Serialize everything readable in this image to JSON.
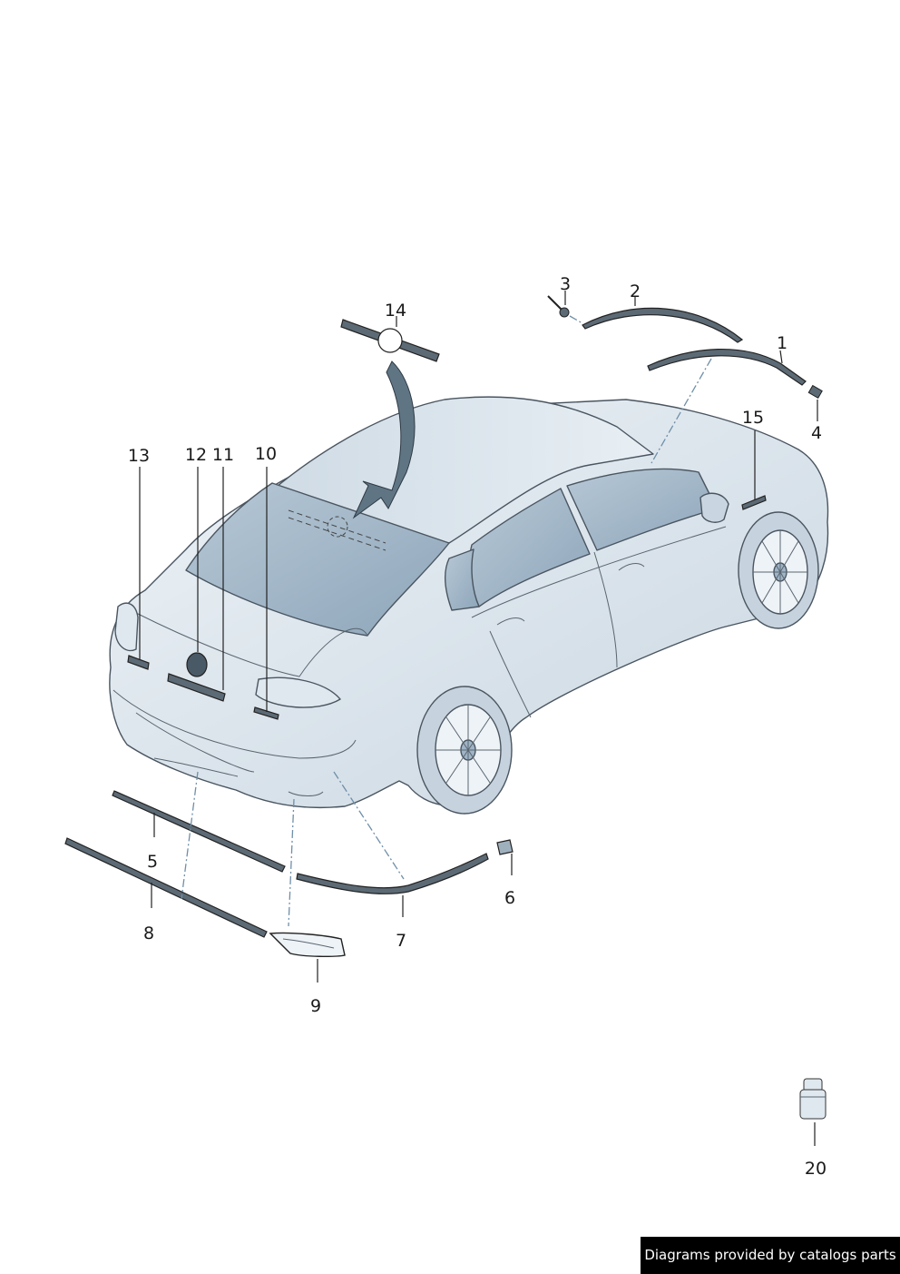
{
  "callouts": [
    {
      "id": "c1",
      "label": "1"
    },
    {
      "id": "c2",
      "label": "2"
    },
    {
      "id": "c3",
      "label": "3"
    },
    {
      "id": "c4",
      "label": "4"
    },
    {
      "id": "c5",
      "label": "5"
    },
    {
      "id": "c6",
      "label": "6"
    },
    {
      "id": "c7",
      "label": "7"
    },
    {
      "id": "c8",
      "label": "8"
    },
    {
      "id": "c9",
      "label": "9"
    },
    {
      "id": "c10",
      "label": "10"
    },
    {
      "id": "c11",
      "label": "11"
    },
    {
      "id": "c12",
      "label": "12"
    },
    {
      "id": "c13",
      "label": "13"
    },
    {
      "id": "c14",
      "label": "14"
    },
    {
      "id": "c15",
      "label": "15"
    },
    {
      "id": "c20",
      "label": "20"
    }
  ],
  "credit": "Diagrams provided by catalogs parts",
  "colors": {
    "body": "#dce6ee",
    "glass": "#9fb4c6",
    "line": "#4a5560",
    "leader_dash": "#6f8fa8"
  }
}
